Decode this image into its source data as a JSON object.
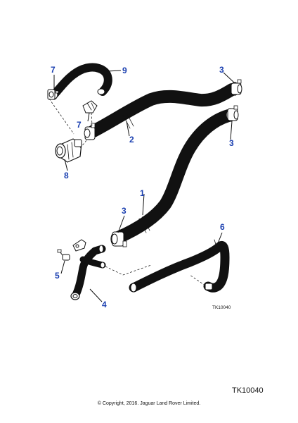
{
  "callouts": {
    "c1": "1",
    "c2": "2",
    "c3a": "3",
    "c3b": "3",
    "c3c": "3",
    "c4": "4",
    "c5": "5",
    "c6": "6",
    "c7a": "7",
    "c7b": "7",
    "c8": "8",
    "c9": "9"
  },
  "drawing_ref_small": "TK10040",
  "drawing_ref": "TK10040",
  "copyright": "© Copyright, 2016. Jaguar Land Rover Limited.",
  "colors": {
    "callout": "#1a3fb0",
    "line": "#111111"
  }
}
